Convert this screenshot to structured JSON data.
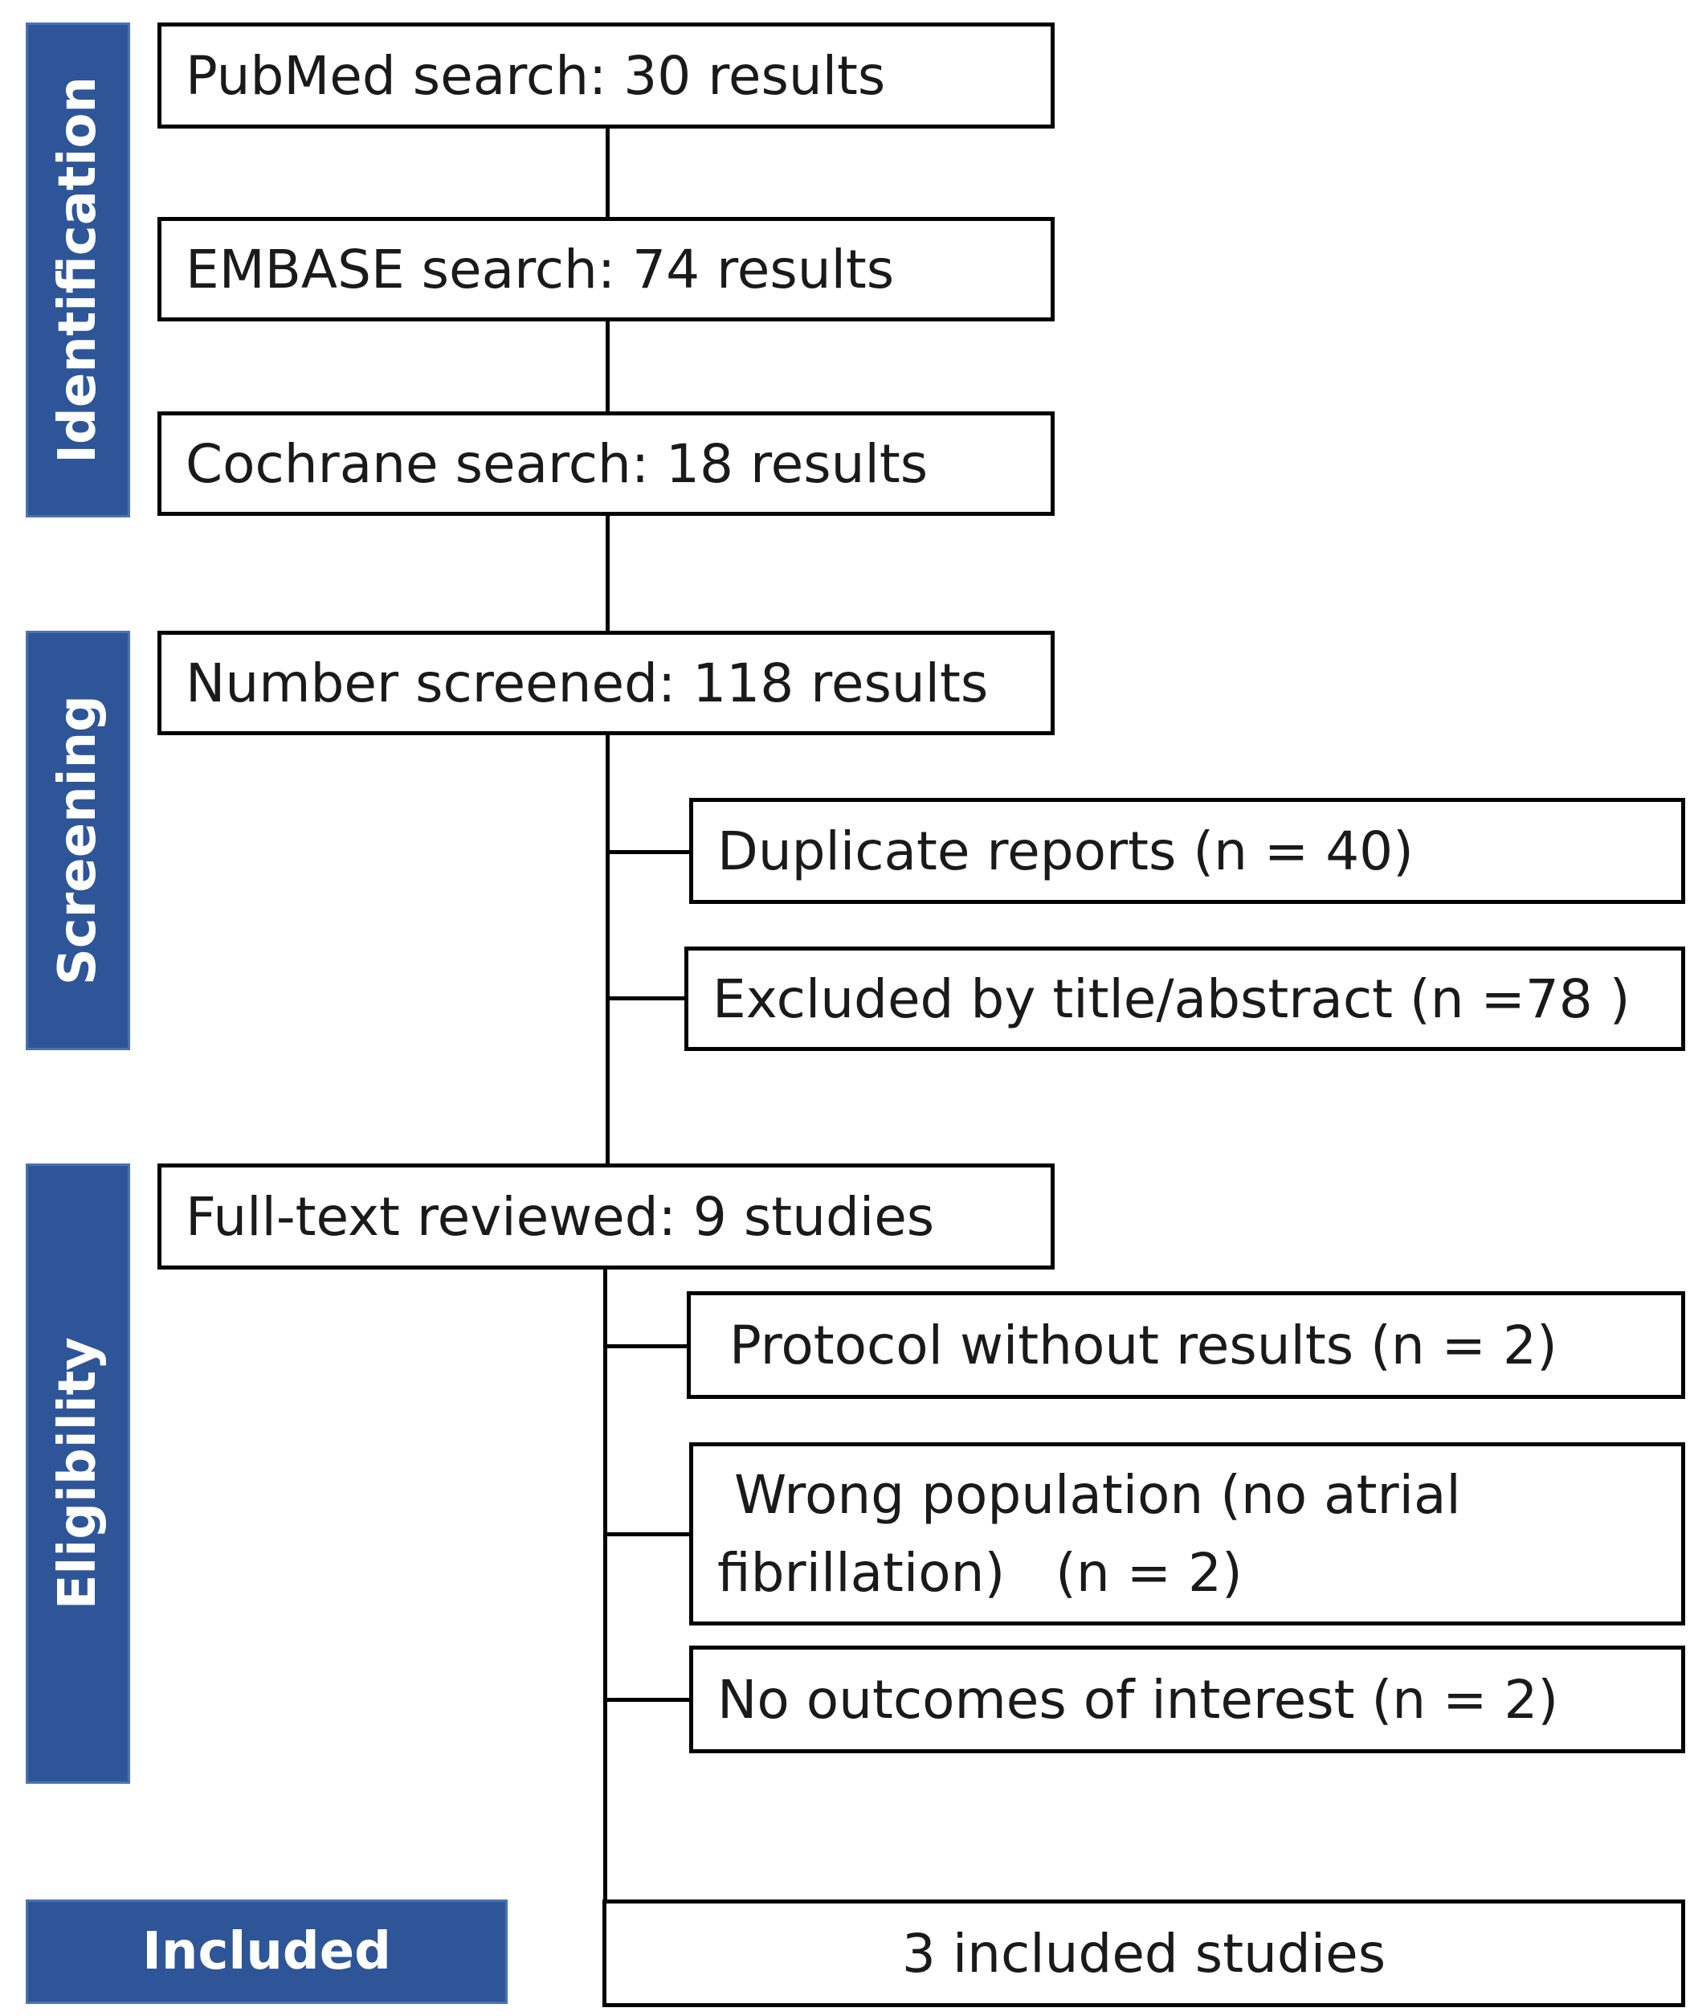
{
  "stages": {
    "identification": "Identification",
    "screening": "Screening",
    "eligibility": "Eligibility",
    "included": "Included"
  },
  "boxes": {
    "pubmed": "PubMed search:  30 results",
    "embase": "EMBASE search: 74 results",
    "cochrane": "Cochrane search:  18 results",
    "screened": "Number screened: 118 results",
    "duplicates": "Duplicate reports (n = 40)",
    "excluded_title": "Excluded by title/abstract (n =78 )",
    "fulltext": "Full-text reviewed: 9 studies",
    "protocol": "Protocol without results (n = 2)",
    "wrong_population": " Wrong population (no atrial fibrillation)   (n = 2)",
    "no_outcomes": "No outcomes of interest (n = 2)",
    "included": "3 included studies"
  },
  "colors": {
    "stage_fill": "#2e5597",
    "stage_text": "#ffffff",
    "box_border": "#000000"
  }
}
